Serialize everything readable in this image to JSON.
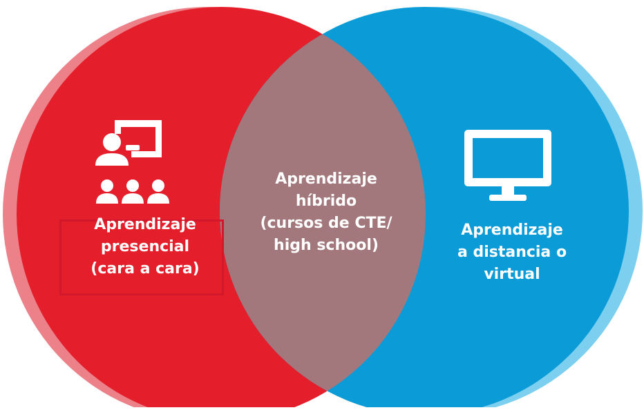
{
  "diagram": {
    "left_circle": {
      "label_lines": [
        "Aprendizaje",
        "presencial",
        "(cara a cara)"
      ],
      "icon": "classroom-teacher-students-icon",
      "color": "#e41e2b",
      "shadow_color": "#ec8189"
    },
    "overlap": {
      "label_lines": [
        "Aprendizaje",
        "híbrido",
        "(cursos de CTE/",
        "high school)"
      ],
      "color": "#a3787c"
    },
    "right_circle": {
      "label_lines": [
        "Aprendizaje",
        "a distancia o",
        "virtual"
      ],
      "icon": "computer-monitor-icon",
      "color": "#0b9bd7",
      "shadow_color": "#7ccfee"
    },
    "highlight_color": "#d2182a"
  }
}
